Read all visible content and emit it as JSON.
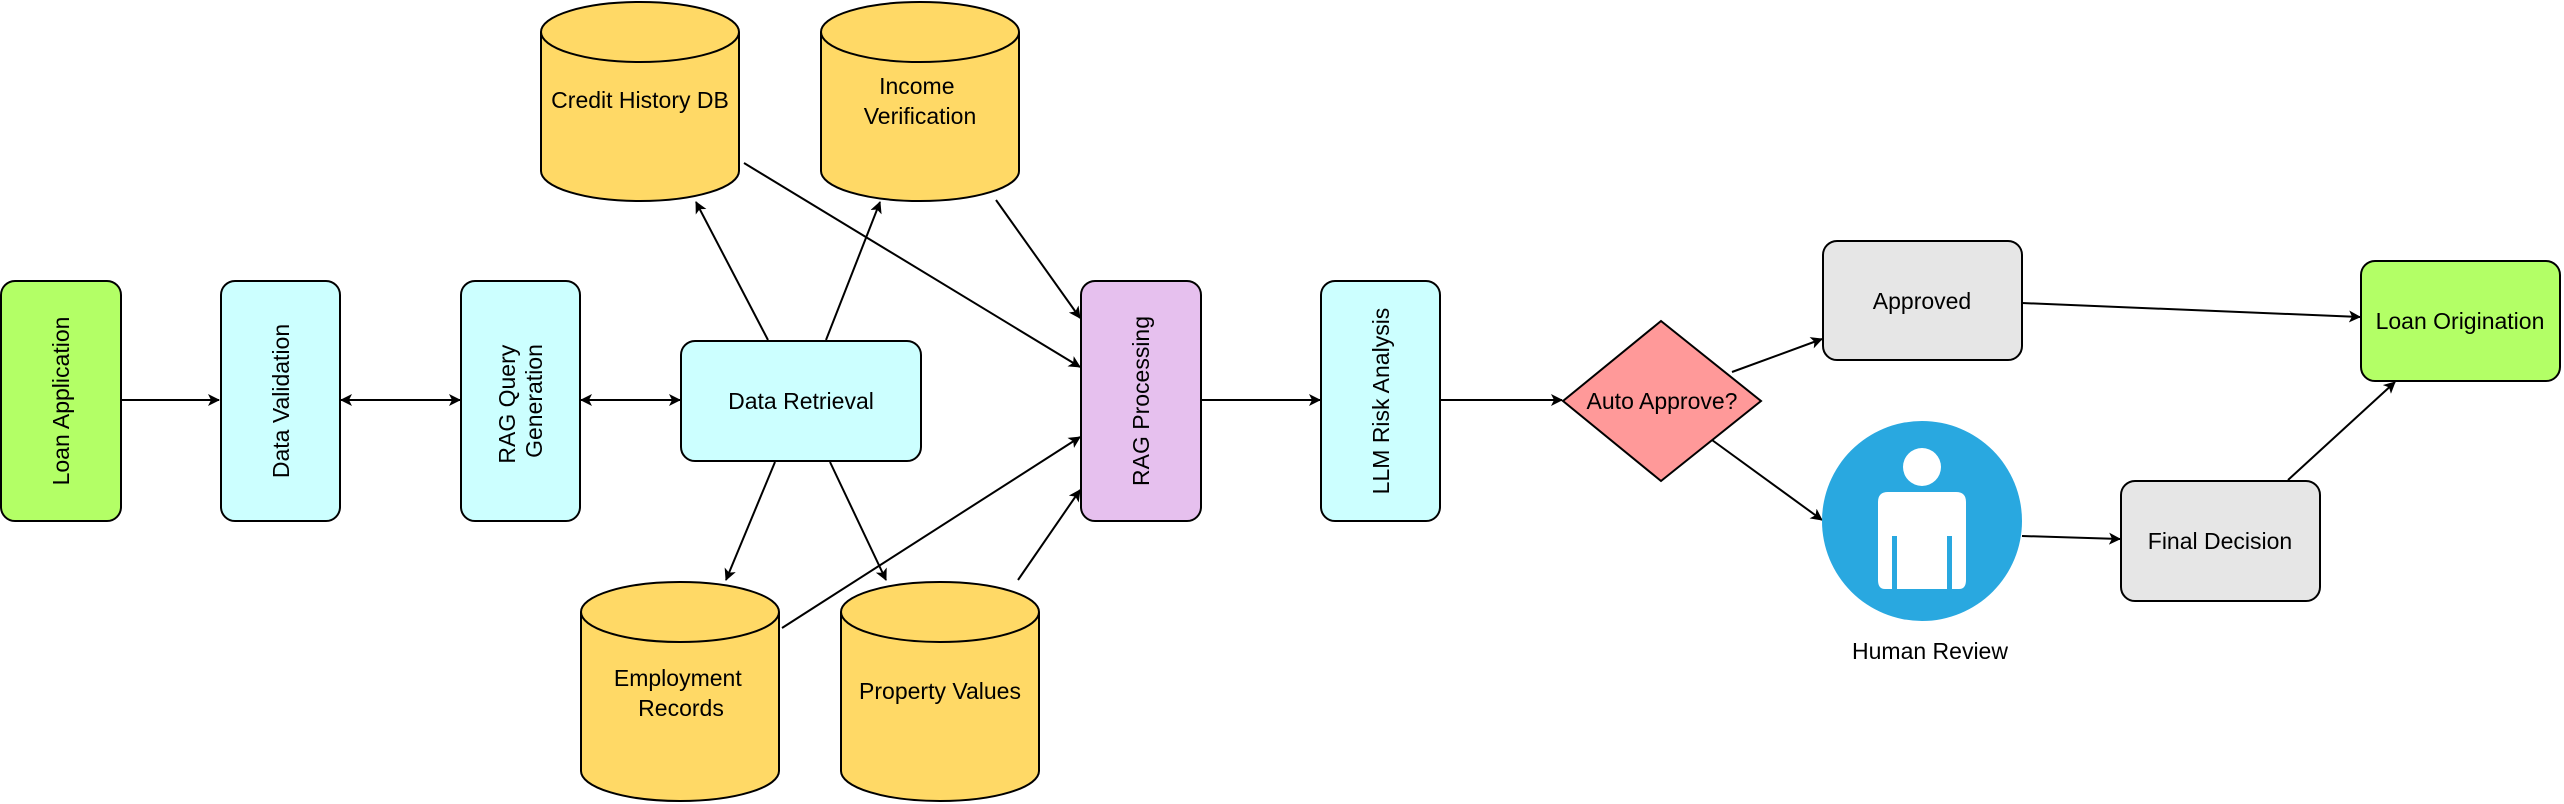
{
  "nodes": {
    "loan_application": {
      "label": "Loan Application",
      "shape": "rounded-rect",
      "orientation": "vertical",
      "fill": "#B3FF66"
    },
    "data_validation": {
      "label": "Data Validation",
      "shape": "rounded-rect",
      "orientation": "vertical",
      "fill": "#CCFFFF"
    },
    "rag_query_generation": {
      "label": "RAG Query\nGeneration",
      "line1": "RAG Query",
      "line2": "Generation",
      "shape": "rounded-rect",
      "orientation": "vertical",
      "fill": "#CCFFFF"
    },
    "data_retrieval": {
      "label": "Data Retrieval",
      "shape": "rounded-rect",
      "fill": "#CCFFFF"
    },
    "credit_history_db": {
      "label": "Credit History DB",
      "shape": "cylinder",
      "fill": "#FFD966"
    },
    "income_verification": {
      "label": "Income\nVerification",
      "line1": "Income",
      "line2": "Verification",
      "shape": "cylinder",
      "fill": "#FFD966"
    },
    "employment_records": {
      "label": "Employment\nRecords",
      "line1": "Employment",
      "line2": "Records",
      "shape": "cylinder",
      "fill": "#FFD966"
    },
    "property_values": {
      "label": "Property Values",
      "shape": "cylinder",
      "fill": "#FFD966"
    },
    "rag_processing": {
      "label": "RAG Processing",
      "shape": "rounded-rect",
      "orientation": "vertical",
      "fill": "#E6C0EE"
    },
    "llm_risk_analysis": {
      "label": "LLM Risk Analysis",
      "shape": "rounded-rect",
      "orientation": "vertical",
      "fill": "#CCFFFF"
    },
    "auto_approve": {
      "label": "Auto Approve?",
      "shape": "diamond",
      "fill": "#FF9999"
    },
    "approved": {
      "label": "Approved",
      "shape": "rounded-rect",
      "fill": "#E6E6E6"
    },
    "human_review": {
      "label": "Human Review",
      "shape": "person-circle",
      "fill": "#29A8E0"
    },
    "final_decision": {
      "label": "Final Decision",
      "shape": "rounded-rect",
      "fill": "#E6E6E6"
    },
    "loan_origination": {
      "label": "Loan Origination",
      "shape": "rounded-rect",
      "fill": "#B3FF66"
    }
  },
  "edges": [
    {
      "from": "loan_application",
      "to": "data_validation",
      "direction": "forward"
    },
    {
      "from": "data_validation",
      "to": "rag_query_generation",
      "direction": "both"
    },
    {
      "from": "rag_query_generation",
      "to": "data_retrieval",
      "direction": "both"
    },
    {
      "from": "data_retrieval",
      "to": "credit_history_db",
      "direction": "forward"
    },
    {
      "from": "data_retrieval",
      "to": "income_verification",
      "direction": "forward"
    },
    {
      "from": "data_retrieval",
      "to": "employment_records",
      "direction": "forward"
    },
    {
      "from": "data_retrieval",
      "to": "property_values",
      "direction": "forward"
    },
    {
      "from": "credit_history_db",
      "to": "rag_processing",
      "direction": "forward"
    },
    {
      "from": "income_verification",
      "to": "rag_processing",
      "direction": "forward"
    },
    {
      "from": "employment_records",
      "to": "rag_processing",
      "direction": "forward"
    },
    {
      "from": "property_values",
      "to": "rag_processing",
      "direction": "forward"
    },
    {
      "from": "rag_processing",
      "to": "llm_risk_analysis",
      "direction": "forward"
    },
    {
      "from": "llm_risk_analysis",
      "to": "auto_approve",
      "direction": "forward"
    },
    {
      "from": "auto_approve",
      "to": "approved",
      "direction": "forward"
    },
    {
      "from": "auto_approve",
      "to": "human_review",
      "direction": "forward"
    },
    {
      "from": "approved",
      "to": "loan_origination",
      "direction": "forward"
    },
    {
      "from": "human_review",
      "to": "final_decision",
      "direction": "forward"
    },
    {
      "from": "final_decision",
      "to": "loan_origination",
      "direction": "forward"
    }
  ]
}
